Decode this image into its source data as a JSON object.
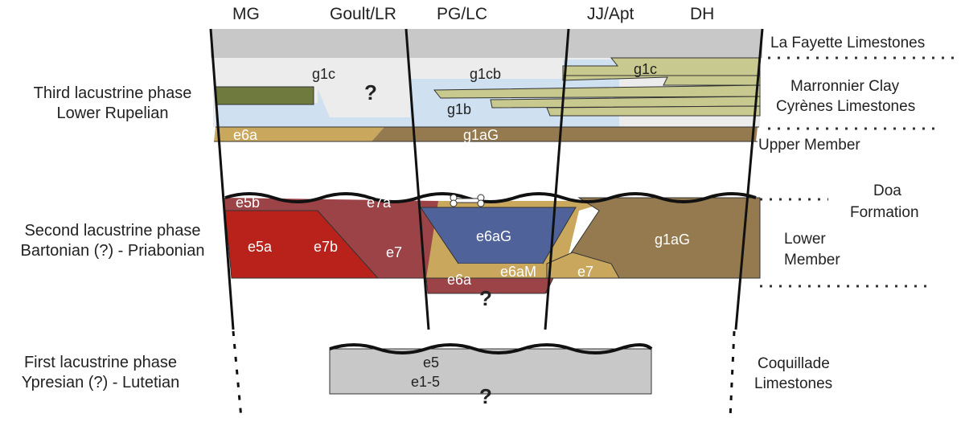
{
  "columns": [
    "MG",
    "Goult/LR",
    "PG/LC",
    "JJ/Apt",
    "DH"
  ],
  "phases": {
    "third": [
      "Third lacustrine phase",
      "Lower Rupelian"
    ],
    "second": [
      "Second lacustrine phase",
      "Bartonian (?) - Priabonian"
    ],
    "first": [
      "First lacustrine phase",
      "Ypresian (?) - Lutetian"
    ]
  },
  "formations": {
    "la_fayette": "La Fayette Limestones",
    "marronnier": "Marronnier Clay",
    "cyrenes": "Cyrènes Limestones",
    "upper_member": "Upper Member",
    "doa": [
      "Doa",
      "Formation"
    ],
    "lower_member": [
      "Lower",
      "Member"
    ],
    "coquillade": [
      "Coquillade",
      "Limestones"
    ]
  },
  "units": {
    "g1c_left": "g1c",
    "g1cb": "g1cb",
    "g1c_right": "g1c",
    "g1b": "g1b",
    "e6a_top": "e6a",
    "g1aG_top": "g1aG",
    "e5b": "e5b",
    "e7a": "e7a",
    "e5a": "e5a",
    "e7b": "e7b",
    "e7_mid": "e7",
    "e6aG": "e6aG",
    "e6a_low": "e6a",
    "e6aM": "e6aM",
    "e7_right": "e7",
    "g1aG_low": "g1aG",
    "e5": "e5",
    "e1_5": "e1-5"
  },
  "question_mark": "?",
  "colors": {
    "grey": "#c8c8c8",
    "light_grey": "#ececec",
    "light_blue": "#cfe0f0",
    "olive": "#6f7a3e",
    "khaki": "#c8c98f",
    "tan": "#c9a85d",
    "brown": "#957a4f",
    "maroon": "#9c4348",
    "red": "#b8221b",
    "slate_blue": "#4f639a"
  }
}
